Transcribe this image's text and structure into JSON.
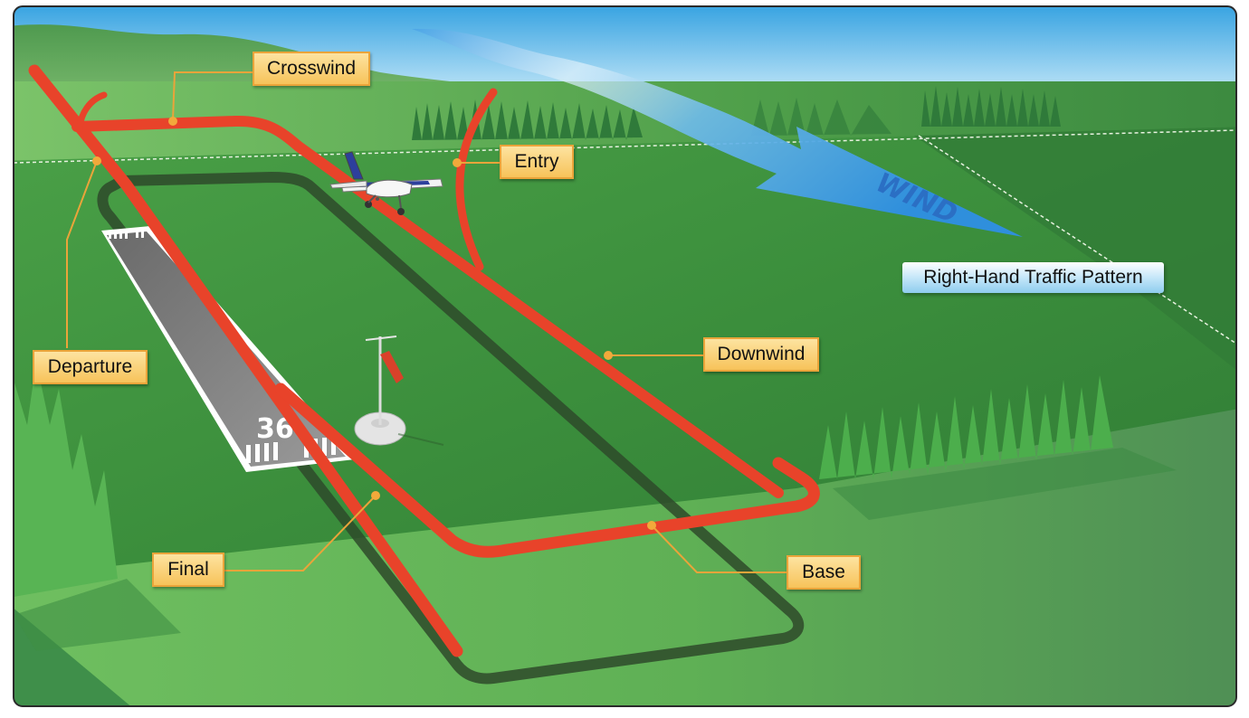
{
  "diagram": {
    "pattern_label": "Right-Hand Traffic Pattern",
    "wind_label": "WIND",
    "runway_number": "36",
    "legs": {
      "crosswind": "Crosswind",
      "entry": "Entry",
      "departure": "Departure",
      "downwind": "Downwind",
      "final": "Final",
      "base": "Base"
    }
  },
  "colors": {
    "pattern_path": "#e8432a",
    "label_fill": "#f9cc6b",
    "label_border": "#eaa43a",
    "sky": "#6fc4ee",
    "grass": "#3f8f3f",
    "wind_arrow": "#5ab0e8"
  }
}
